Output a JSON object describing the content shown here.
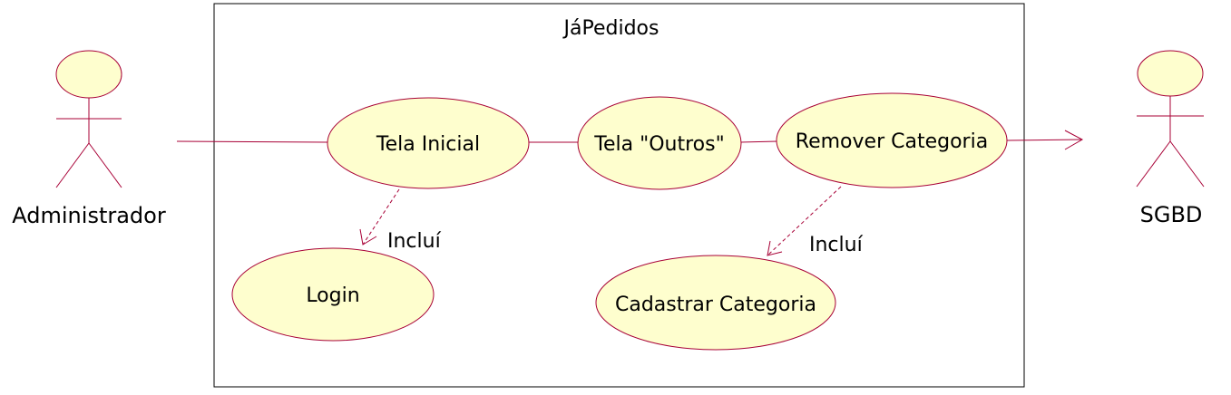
{
  "colors": {
    "stroke": "#a80036",
    "fill": "#fefece",
    "background": "#ffffff",
    "text": "#000000"
  },
  "system": {
    "title": "JáPedidos"
  },
  "actors": [
    {
      "id": "admin",
      "label": "Administrador",
      "icon": "stick-figure-icon"
    },
    {
      "id": "sgbd",
      "label": "SGBD",
      "icon": "stick-figure-icon"
    }
  ],
  "use_cases": [
    {
      "id": "tela_inicial",
      "label": "Tela Inicial"
    },
    {
      "id": "tela_outros",
      "label": "Tela \"Outros\""
    },
    {
      "id": "remover_categoria",
      "label": "Remover Categoria"
    },
    {
      "id": "login",
      "label": "Login"
    },
    {
      "id": "cadastrar_categoria",
      "label": "Cadastrar Categoria"
    }
  ],
  "relations": [
    {
      "from": "admin",
      "to": "tela_inicial",
      "type": "association"
    },
    {
      "from": "tela_inicial",
      "to": "tela_outros",
      "type": "association"
    },
    {
      "from": "tela_outros",
      "to": "remover_categoria",
      "type": "association"
    },
    {
      "from": "remover_categoria",
      "to": "sgbd",
      "type": "directed-association"
    },
    {
      "from": "tela_inicial",
      "to": "login",
      "type": "include",
      "label": "Incluí"
    },
    {
      "from": "remover_categoria",
      "to": "cadastrar_categoria",
      "type": "include",
      "label": "Incluí"
    }
  ]
}
